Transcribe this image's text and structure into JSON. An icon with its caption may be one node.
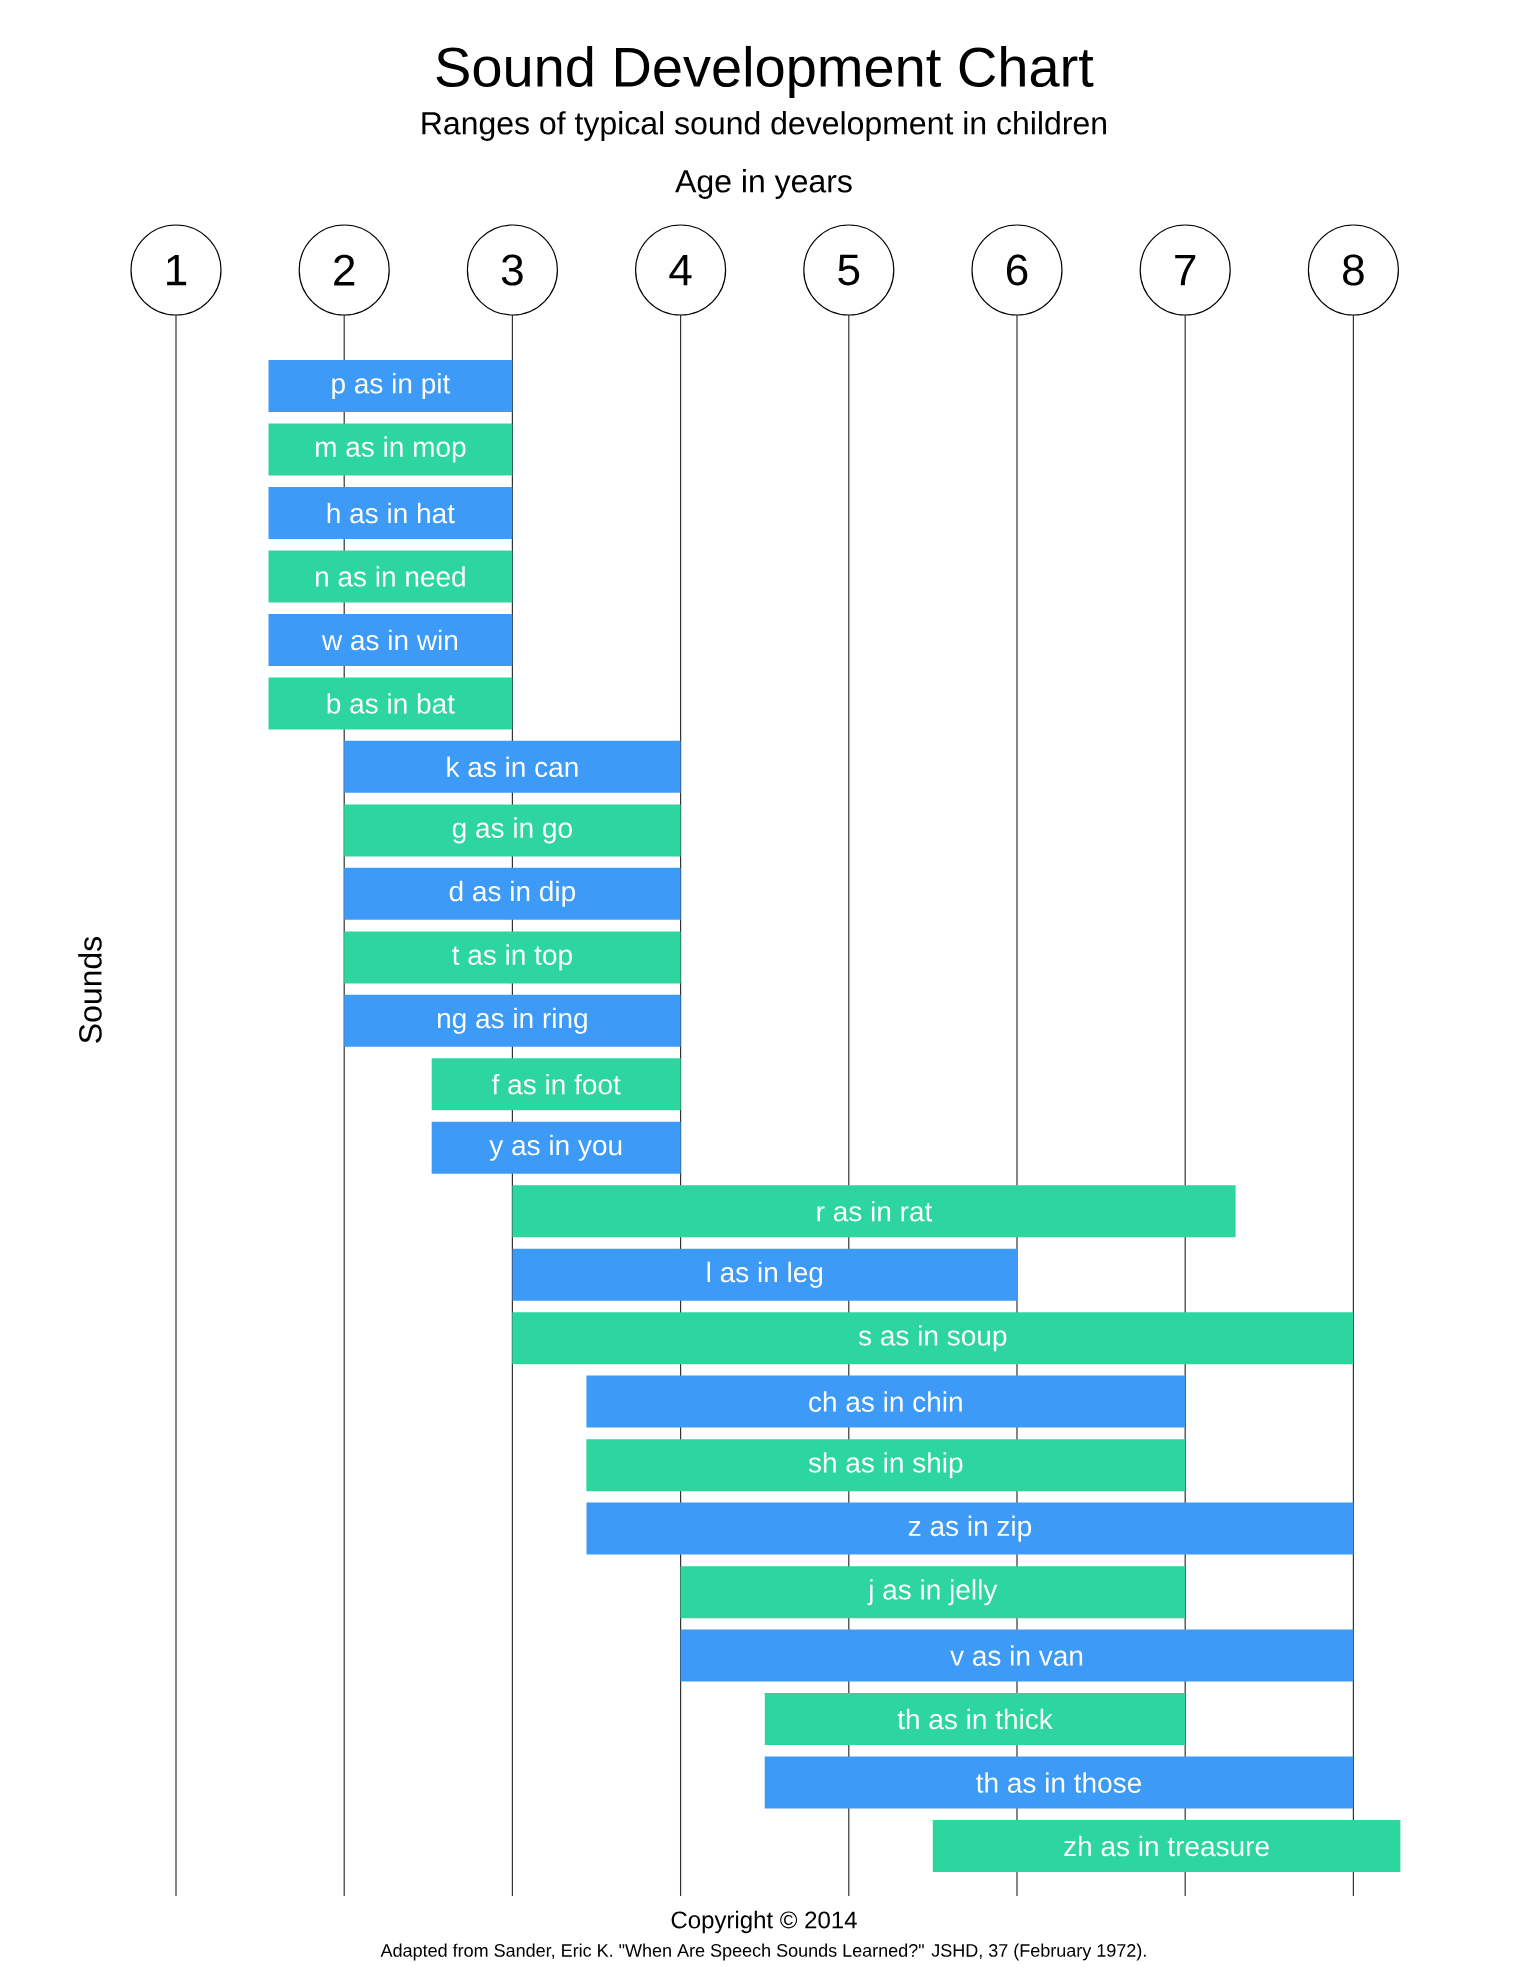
{
  "diagram": {
    "title": "Sound Development Chart",
    "nodes": [
      {
        "text": [
          "1"
        ]
      },
      {
        "text": [
          "2"
        ]
      },
      {
        "text": [
          "3"
        ]
      },
      {
        "text": [
          "4"
        ]
      },
      {
        "text": [
          "5"
        ]
      },
      {
        "text": [
          "6"
        ]
      },
      {
        "text": [
          "7"
        ]
      },
      {
        "text": [
          "8"
        ]
      },
      {
        "text": [
          "p as in pit"
        ]
      },
      {
        "text": [
          "m as in mop"
        ]
      },
      {
        "text": [
          "h as in hat"
        ]
      },
      {
        "text": [
          "n as in need"
        ]
      },
      {
        "text": [
          "w as in win"
        ]
      },
      {
        "text": [
          "b as in bat"
        ]
      },
      {
        "text": [
          "k as in can"
        ]
      },
      {
        "text": [
          "g as in go"
        ]
      },
      {
        "text": [
          "d as in dip"
        ]
      },
      {
        "text": [
          "t as in top"
        ]
      },
      {
        "text": [
          "ng as in ring"
        ]
      },
      {
        "text": [
          "f as in foot"
        ]
      },
      {
        "text": [
          "y as in you"
        ]
      },
      {
        "text": [
          "r as in rat"
        ]
      },
      {
        "text": [
          "l as in leg"
        ]
      },
      {
        "text": [
          "s as in soup"
        ]
      },
      {
        "text": [
          "ch as in chin"
        ]
      },
      {
        "text": [
          "sh as in ship"
        ]
      },
      {
        "text": [
          "z as in zip"
        ]
      },
      {
        "text": [
          "j as in jelly"
        ]
      },
      {
        "text": [
          "v as in van"
        ]
      },
      {
        "text": [
          "th as in thick"
        ]
      },
      {
        "text": [
          "th as in those"
        ]
      },
      {
        "text": [
          "zh as in treasure"
        ]
      }
    ],
    "labels": [
      "Ranges of typical sound development in children",
      "Age in years",
      "Sounds",
      "Copyright © 2014",
      "Adapted from Sander, Eric K. \"When Are Speech Sounds Learned?\" JSHD, 37 (February 1972)."
    ]
  }
}
